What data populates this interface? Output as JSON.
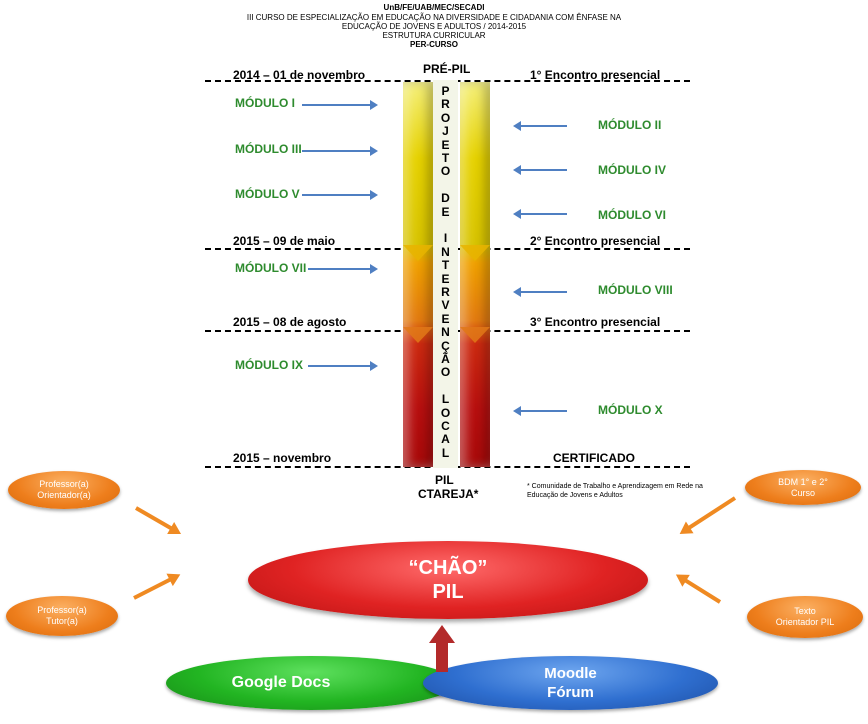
{
  "header": {
    "line1": "UnB/FE/UAB/MEC/SECADI",
    "line2": "III CURSO DE ESPECIALIZAÇÃO  EM EDUCAÇÃO NA DIVERSIDADE E CIDADANIA COM ÊNFASE NA",
    "line3": "EDUCAÇÃO DE JOVENS E ADULTOS / 2014-2015",
    "line4": "ESTRUTURA CURRICULAR",
    "line5": "PER-CURSO"
  },
  "timeline": {
    "pre_pil": "PRÉ-PIL",
    "rows": [
      {
        "date": "2014 – 01 de novembro",
        "event": "1° Encontro presencial"
      },
      {
        "date": "2015 – 09 de maio",
        "event": "2° Encontro presencial"
      },
      {
        "date": "2015 – 08 de agosto",
        "event": "3° Encontro presencial"
      },
      {
        "date": "2015 – novembro",
        "event": "CERTIFICADO"
      }
    ],
    "pil_label": "PIL",
    "ctareja_label": "CTAREJA*",
    "footnote": "* Comunidade de Trabalho e Aprendizagem em Rede na Educação de Jovens e Adultos"
  },
  "vertical_text": [
    "P",
    "R",
    "O",
    "J",
    "E",
    "T",
    "O",
    "",
    "D",
    "E",
    "",
    "I",
    "N",
    "T",
    "E",
    "R",
    "V",
    "E",
    "N",
    "Ç",
    "Ã",
    "O",
    "",
    "L",
    "O",
    "C",
    "A",
    "L"
  ],
  "modules_left": [
    "MÓDULO I",
    "MÓDULO III",
    "MÓDULO V",
    "MÓDULO VII",
    "MÓDULO IX"
  ],
  "modules_right": [
    "MÓDULO II",
    "MÓDULO IV",
    "MÓDULO VI",
    "MÓDULO VIII",
    "MÓDULO X"
  ],
  "side_nodes": {
    "professor_orientador": "Professor(a) Orientador(a)",
    "professor_tutor": "Professor(a) Tutor(a)",
    "bdm": "BDM 1° e 2° Curso",
    "texto_orientador": "Texto Orientador PIL"
  },
  "chao": {
    "line1": "“CHÃO”",
    "line2": "PIL"
  },
  "tools": {
    "google": "Google Docs",
    "moodle_line1": "Moodle",
    "moodle_line2": "Fórum"
  },
  "colors": {
    "module_green": "#2e8b2e",
    "arrow_blue": "#4f7fc2",
    "orange": "#ee7e1c",
    "chao_red": "#e02323",
    "google_green": "#22b522",
    "moodle_blue": "#2f6fd0"
  }
}
